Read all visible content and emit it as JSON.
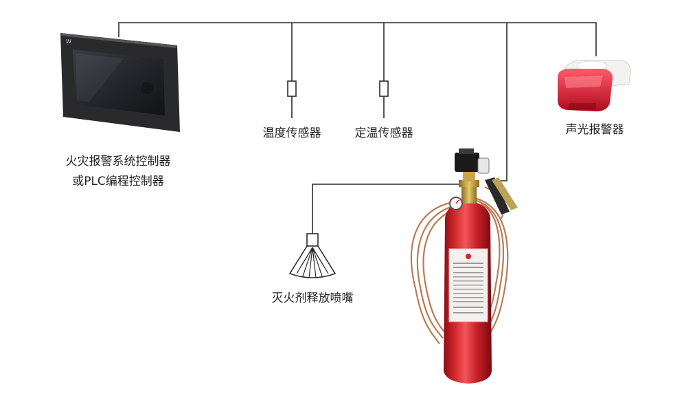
{
  "labels": {
    "controller_line1": "火灾报警系统控制器",
    "controller_line2": "或PLC编程控制器",
    "temp_sensor": "温度传感器",
    "fixed_temp_sensor": "定温传感器",
    "alarm": "声光报警器",
    "nozzle": "灭火剂释放喷嘴"
  },
  "panel_logo": "W",
  "colors": {
    "wire": "#2b2b2b",
    "cylinder_red": "#d2232a",
    "copper": "#b8734a",
    "alarm_red": "#d8152a",
    "panel_dark": "#1c1c1c"
  }
}
